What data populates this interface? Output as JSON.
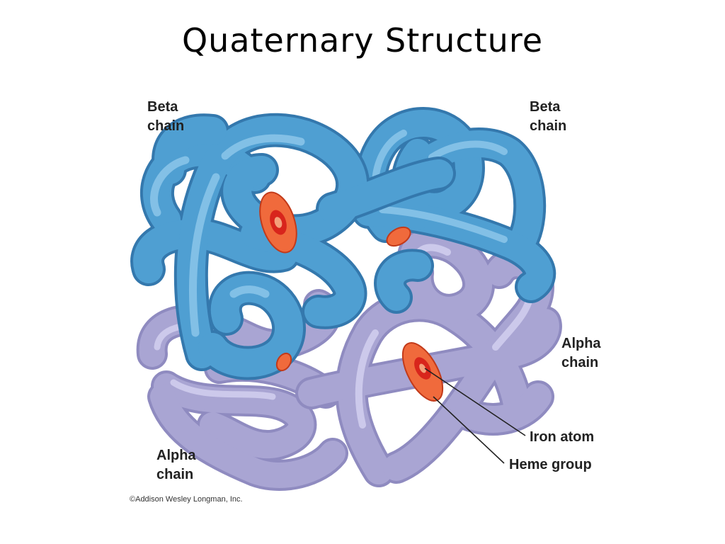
{
  "slide": {
    "title": "Quaternary Structure"
  },
  "figure": {
    "labels": {
      "beta_left": [
        "Beta",
        "chain"
      ],
      "beta_right": [
        "Beta",
        "chain"
      ],
      "alpha_right": [
        "Alpha",
        "chain"
      ],
      "alpha_left": [
        "Alpha",
        "chain"
      ],
      "iron_atom": "Iron atom",
      "heme_group": "Heme group"
    },
    "credit": "©Addison Wesley Longman, Inc.",
    "colors": {
      "beta_chain": "#4f9fd2",
      "beta_chain_highlight": "#8cc6ea",
      "alpha_chain": "#a9a5d3",
      "alpha_chain_highlight": "#d2cfee",
      "heme": "#f06a3c",
      "iron": "#d8251c"
    }
  }
}
